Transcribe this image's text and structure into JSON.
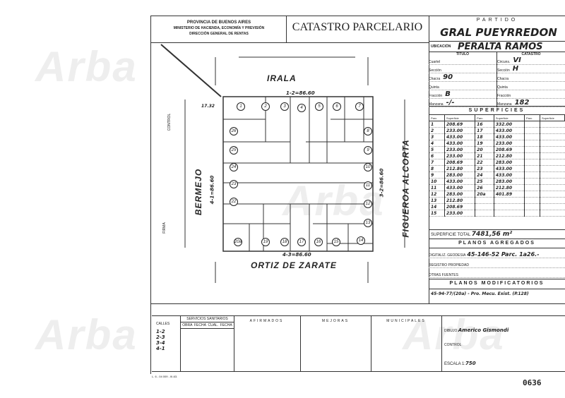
{
  "header": {
    "province": "PROVINCIA DE BUENOS AIRES",
    "ministry": "MINISTERIO DE HACIENDA, ECONOMÍA Y PREVISIÓN",
    "direction": "DIRECCIÓN GENERAL DE RENTAS",
    "title": "CATASTRO PARCELARIO",
    "partido_label": "PARTIDO",
    "partido": "GRAL PUEYRREDON",
    "ubicacion_label": "UBICACIÓN",
    "ubicacion": "PERALTA RAMOS"
  },
  "watermark": "Arba",
  "streets": {
    "top": "IRALA",
    "bottom": "ORTIZ DE ZARATE",
    "left": "BERMEJO",
    "right": "FIGUEROA ALCORTA"
  },
  "dimensions": {
    "top": "1-2=86.60",
    "bottom": "4-3=86.60",
    "left": "4-1=86.60",
    "right": "3-2=86.60",
    "corner": "17.32"
  },
  "parcels": [
    "1",
    "2",
    "3",
    "4",
    "5",
    "6",
    "7",
    "8",
    "9",
    "10",
    "11",
    "12",
    "13",
    "14",
    "15",
    "16",
    "17",
    "18",
    "19",
    "20a",
    "22",
    "23",
    "24",
    "25",
    "26"
  ],
  "side_labels": {
    "control": "CONTROL",
    "firma": "FIRMA"
  },
  "titulo": {
    "label": "TITULO",
    "fields": [
      {
        "k": "Cuartel",
        "v": ""
      },
      {
        "k": "Sección",
        "v": ""
      },
      {
        "k": "Chacra",
        "v": "90"
      },
      {
        "k": "Quinta",
        "v": ""
      },
      {
        "k": "Fracción",
        "v": "B"
      },
      {
        "k": "Manzana",
        "v": "-/-"
      }
    ]
  },
  "catastro": {
    "label": "CATASTRO",
    "fields": [
      {
        "k": "Circuns.",
        "v": "VI"
      },
      {
        "k": "Sección",
        "v": "H"
      },
      {
        "k": "Chacra",
        "v": ""
      },
      {
        "k": "Quinta",
        "v": ""
      },
      {
        "k": "Fracción",
        "v": ""
      },
      {
        "k": "Manzana",
        "v": "182"
      }
    ]
  },
  "superficies": {
    "label": "SUPERFICIES",
    "headers": [
      "Parc.",
      "Superficie",
      "Parc.",
      "Superficie",
      "Parc.",
      "Superficie"
    ],
    "rows": [
      [
        "1",
        "208.69",
        "16",
        "332.00"
      ],
      [
        "2",
        "233.00",
        "17",
        "433.00"
      ],
      [
        "3",
        "433.00",
        "18",
        "433.00"
      ],
      [
        "4",
        "433.00",
        "19",
        "233.00"
      ],
      [
        "5",
        "233.00",
        "20",
        "208.69"
      ],
      [
        "6",
        "233.00",
        "21",
        "212.80"
      ],
      [
        "7",
        "208.69",
        "22",
        "283.00"
      ],
      [
        "8",
        "212.80",
        "23",
        "433.00"
      ],
      [
        "9",
        "283.00",
        "24",
        "433.00"
      ],
      [
        "10",
        "433.00",
        "25",
        "283.00"
      ],
      [
        "11",
        "433.00",
        "26",
        "212.80"
      ],
      [
        "12",
        "283.00",
        "20a",
        "401.89"
      ],
      [
        "13",
        "212.80",
        "",
        ""
      ],
      [
        "14",
        "208.69",
        "",
        ""
      ],
      [
        "15",
        "233.00",
        "",
        ""
      ]
    ],
    "total_label": "SUPERFICIE TOTAL",
    "total": "7481,56 m²"
  },
  "planos_agregados": {
    "label": "PLANOS AGREGADOS",
    "items": [
      {
        "k": "DIGITALIZ. GEODESIA",
        "v": "45-146-52 Parc. 1a26.-"
      },
      {
        "k": "REGISTRO PROPIEDAD",
        "v": ""
      },
      {
        "k": "OTRAS FUENTES",
        "v": ""
      }
    ]
  },
  "planos_modificatorios": {
    "label": "PLANOS MODIFICATORIOS",
    "value": "45-94-77/(20a) - Pro. Mecu. Exist. (P.128)"
  },
  "bottom": {
    "calles_label": "CALLES",
    "calles": [
      "1-2",
      "2-3",
      "3-4",
      "4-1"
    ],
    "servicios": "SERVICIOS SANITARIOS",
    "serv_cols": [
      "OBRA",
      "FECHA",
      "CUAL.",
      "FECHA"
    ],
    "afirmados": "AFIRMADOS",
    "mejoras": "MEJORAS",
    "municipales": "MUNICIPALES",
    "dibujo_label": "DIBUJO",
    "dibujo": "Americo Gismondi",
    "control_label": "CONTROL",
    "escala_label": "ESCALA 1:",
    "escala": "750",
    "form_code": "L. 6 - 04 009 - III-63.",
    "page_number": "0636"
  }
}
